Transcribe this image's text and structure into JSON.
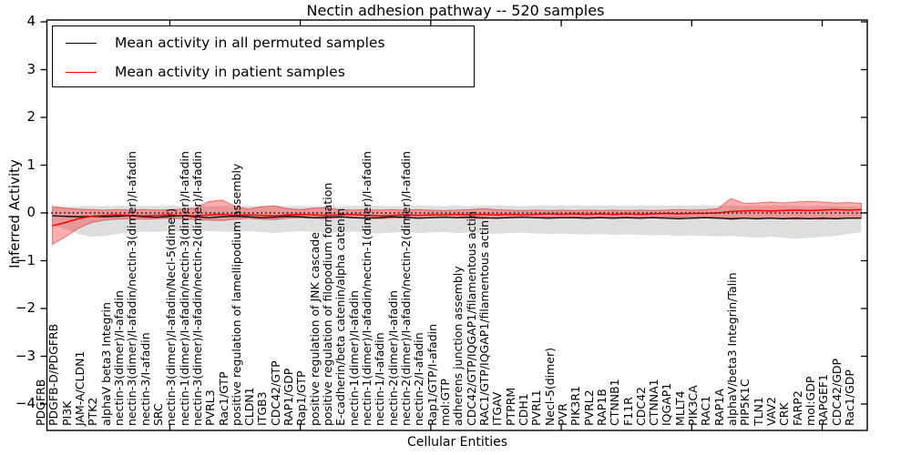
{
  "title": "Nectin adhesion pathway -- 520 samples",
  "axes": {
    "ylabel": "Inferred Activity",
    "xlabel": "Cellular Entities",
    "yticks": [
      "4",
      "3",
      "2",
      "1",
      "0",
      "−1",
      "−2",
      "−3",
      "−4"
    ],
    "ylim": [
      -4,
      4
    ]
  },
  "legend": {
    "items": [
      {
        "label": "Mean activity in all permuted samples",
        "color": "#000000"
      },
      {
        "label": "Mean activity in patient samples",
        "color": "#ff0000"
      }
    ]
  },
  "chart_data": {
    "type": "line",
    "title": "Nectin adhesion pathway -- 520 samples",
    "xlabel": "Cellular Entities",
    "ylabel": "Inferred Activity",
    "ylim": [
      -4,
      4
    ],
    "grid": false,
    "zero_line": true,
    "legend_position": "upper left",
    "categories": [
      "PDGFRB",
      "PDGFB-D/PDGFRB",
      "PI3K",
      "JAM-A/CLDN1",
      "PTK2",
      "alphaV beta3 Integrin",
      "nectin-3(dimer)/I-afadin",
      "nectin-3(dimer)/I-afadin/nectin-3(dimer)/I-afadin",
      "nectin-3/I-afadin",
      "SRC",
      "nectin-3(dimer)/I-afadin/Necl-5(dimer)",
      "nectin-1(dimer)/I-afadin/nectin-3(dimer)/I-afadin",
      "nectin-3(dimer)/I-afadin/nectin-2(dimer)/I-afadin",
      "PVRL3",
      "Rac1/GTP",
      "positive regulation of lamellipodium assembly",
      "CLDN1",
      "ITGB3",
      "CDC42/GTP",
      "RAP1/GDP",
      "Rap1/GTP",
      "positive regulation of JNK cascade",
      "positive regulation of filopodium formation",
      "E-cadherin/beta catenin/alpha catenin",
      "nectin-1(dimer)/I-afadin",
      "nectin-1(dimer)/I-afadin/nectin-1(dimer)/I-afadin",
      "nectin-1/I-afadin",
      "nectin-2(dimer)/I-afadin",
      "nectin-2(dimer)/I-afadin/nectin-2(dimer)/I-afadin",
      "nectin-2/I-afadin",
      "Rap1/GTP/I-afadin",
      "mol:GTP",
      "adherens junction assembly",
      "CDC42/GTP/IQGAP1/filamentous actin",
      "RAC1/GTP/IQGAP1/filamentous actin",
      "ITGAV",
      "PTPRM",
      "CDH1",
      "PVRL1",
      "Necl-5(dimer)",
      "PVR",
      "PIK3R1",
      "PVRL2",
      "RAP1B",
      "CTNNB1",
      "F11R",
      "CDC42",
      "CTNNA1",
      "IQGAP1",
      "MLLT4",
      "PIK3CA",
      "RAC1",
      "RAP1A",
      "alphaV/beta3 Integrin/Talin",
      "PIP5K1C",
      "TLN1",
      "VAV2",
      "CRK",
      "FARP2",
      "mol:GDP",
      "RAPGEF1",
      "CDC42/GDP",
      "Rac1/GDP"
    ],
    "series": [
      {
        "name": "Mean activity in all permuted samples",
        "color": "#000000",
        "band_color": "#000000",
        "band_opacity": 0.13,
        "values": [
          -0.06,
          -0.07,
          -0.08,
          -0.07,
          -0.08,
          -0.07,
          -0.06,
          -0.08,
          -0.09,
          -0.07,
          -0.06,
          -0.08,
          -0.1,
          -0.08,
          -0.07,
          -0.08,
          -0.1,
          -0.09,
          -0.07,
          -0.08,
          -0.1,
          -0.09,
          -0.08,
          -0.1,
          -0.11,
          -0.1,
          -0.08,
          -0.09,
          -0.11,
          -0.1,
          -0.09,
          -0.1,
          -0.09,
          -0.1,
          -0.11,
          -0.1,
          -0.09,
          -0.1,
          -0.11,
          -0.1,
          -0.1,
          -0.11,
          -0.1,
          -0.11,
          -0.1,
          -0.11,
          -0.1,
          -0.11,
          -0.12,
          -0.11,
          -0.1,
          -0.11,
          -0.12,
          -0.11,
          -0.12,
          -0.11,
          -0.12,
          -0.11,
          -0.12,
          -0.11,
          -0.12,
          -0.11,
          -0.11
        ],
        "band_upper": [
          0.12,
          0.13,
          0.14,
          0.15,
          0.14,
          0.15,
          0.14,
          0.15,
          0.14,
          0.15,
          0.14,
          0.15,
          0.14,
          0.15,
          0.14,
          0.15,
          0.14,
          0.15,
          0.14,
          0.15,
          0.14,
          0.15,
          0.14,
          0.15,
          0.16,
          0.15,
          0.14,
          0.15,
          0.16,
          0.15,
          0.14,
          0.15,
          0.14,
          0.15,
          0.16,
          0.15,
          0.14,
          0.15,
          0.16,
          0.15,
          0.16,
          0.15,
          0.16,
          0.15,
          0.16,
          0.15,
          0.16,
          0.15,
          0.16,
          0.15,
          0.16,
          0.15,
          0.16,
          0.15,
          0.16,
          0.15,
          0.16,
          0.15,
          0.14,
          0.15,
          0.14,
          0.13,
          0.12
        ],
        "band_lower": [
          -0.25,
          -0.34,
          -0.44,
          -0.5,
          -0.48,
          -0.44,
          -0.41,
          -0.39,
          -0.4,
          -0.38,
          -0.39,
          -0.4,
          -0.38,
          -0.39,
          -0.4,
          -0.38,
          -0.4,
          -0.42,
          -0.4,
          -0.38,
          -0.4,
          -0.42,
          -0.4,
          -0.39,
          -0.41,
          -0.43,
          -0.41,
          -0.4,
          -0.42,
          -0.41,
          -0.4,
          -0.42,
          -0.41,
          -0.42,
          -0.44,
          -0.42,
          -0.41,
          -0.43,
          -0.44,
          -0.43,
          -0.44,
          -0.45,
          -0.44,
          -0.46,
          -0.45,
          -0.46,
          -0.47,
          -0.46,
          -0.48,
          -0.47,
          -0.48,
          -0.49,
          -0.48,
          -0.5,
          -0.52,
          -0.5,
          -0.52,
          -0.54,
          -0.52,
          -0.5,
          -0.48,
          -0.44,
          -0.4
        ]
      },
      {
        "name": "Mean activity in patient samples",
        "color": "#ff0000",
        "band_color": "#ff0000",
        "band_opacity": 0.32,
        "values": [
          -0.27,
          -0.2,
          -0.12,
          -0.07,
          -0.05,
          -0.04,
          -0.05,
          -0.06,
          -0.05,
          -0.04,
          -0.05,
          -0.06,
          -0.04,
          -0.03,
          -0.05,
          -0.04,
          -0.05,
          -0.06,
          -0.04,
          -0.03,
          -0.04,
          -0.05,
          -0.04,
          -0.03,
          -0.05,
          -0.06,
          -0.05,
          -0.04,
          -0.05,
          -0.04,
          -0.04,
          -0.03,
          -0.04,
          -0.03,
          -0.04,
          -0.03,
          -0.04,
          -0.03,
          -0.02,
          -0.03,
          -0.02,
          -0.03,
          -0.02,
          -0.03,
          -0.02,
          -0.03,
          -0.02,
          -0.01,
          -0.02,
          -0.01,
          -0.01,
          0.0,
          0.03,
          0.04,
          0.05,
          0.04,
          0.05,
          0.06,
          0.05,
          0.06,
          0.07,
          0.06,
          0.07
        ],
        "band_upper": [
          0.14,
          0.1,
          0.08,
          0.07,
          0.06,
          0.07,
          0.06,
          0.07,
          0.06,
          0.07,
          0.08,
          0.1,
          0.24,
          0.27,
          0.14,
          0.08,
          0.13,
          0.15,
          0.09,
          0.07,
          0.1,
          0.11,
          0.07,
          0.06,
          0.07,
          0.06,
          0.07,
          0.06,
          0.07,
          0.06,
          0.05,
          0.06,
          0.07,
          0.09,
          0.07,
          0.06,
          0.05,
          0.06,
          0.05,
          0.06,
          0.05,
          0.06,
          0.05,
          0.06,
          0.05,
          0.06,
          0.05,
          0.06,
          0.07,
          0.06,
          0.07,
          0.09,
          0.3,
          0.2,
          0.21,
          0.23,
          0.21,
          0.23,
          0.24,
          0.23,
          0.21,
          0.22,
          0.2
        ],
        "band_lower": [
          -0.66,
          -0.5,
          -0.32,
          -0.2,
          -0.15,
          -0.13,
          -0.12,
          -0.13,
          -0.12,
          -0.11,
          -0.12,
          -0.14,
          -0.15,
          -0.16,
          -0.13,
          -0.11,
          -0.13,
          -0.14,
          -0.11,
          -0.1,
          -0.11,
          -0.12,
          -0.1,
          -0.09,
          -0.11,
          -0.12,
          -0.11,
          -0.1,
          -0.11,
          -0.1,
          -0.09,
          -0.1,
          -0.11,
          -0.12,
          -0.1,
          -0.09,
          -0.09,
          -0.1,
          -0.09,
          -0.1,
          -0.09,
          -0.1,
          -0.09,
          -0.1,
          -0.09,
          -0.1,
          -0.09,
          -0.08,
          -0.09,
          -0.08,
          -0.09,
          -0.08,
          -0.14,
          -0.11,
          -0.12,
          -0.11,
          -0.12,
          -0.13,
          -0.12,
          -0.13,
          -0.12,
          -0.11,
          -0.1
        ]
      }
    ]
  }
}
